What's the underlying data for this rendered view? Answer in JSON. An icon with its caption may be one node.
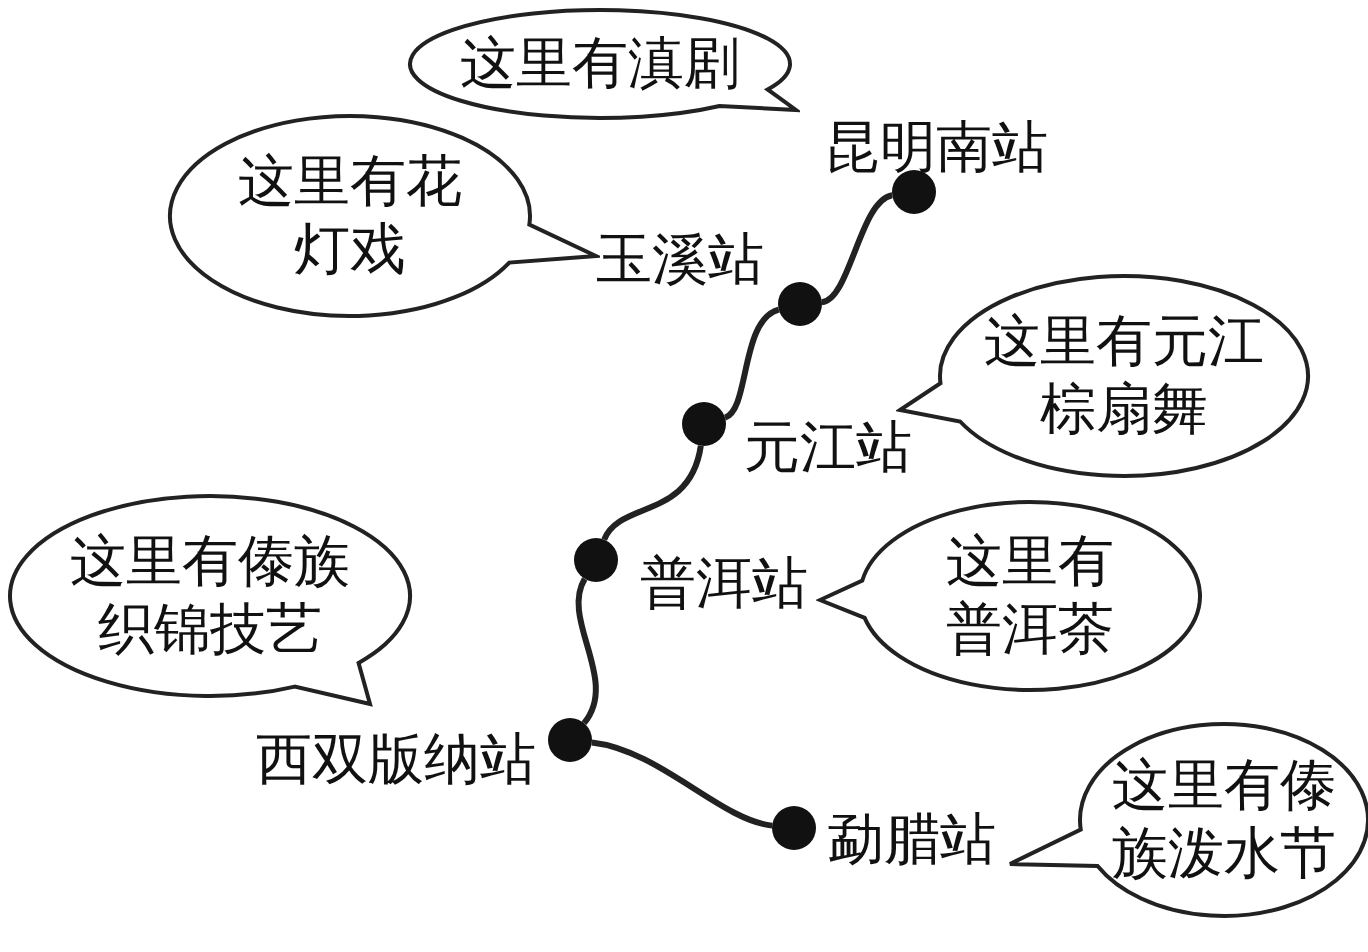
{
  "diagram": {
    "nodes": [
      {
        "text": [
          "这里有滇剧"
        ]
      },
      {
        "text": [],
        "shape": "circle",
        "beside": [
          "昆明南站"
        ]
      },
      {
        "text": [
          "这里有花灯戏"
        ]
      },
      {
        "text": [],
        "shape": "circle",
        "beside": [
          "玉溪站"
        ]
      },
      {
        "text": [
          "这里有元江棕扇舞"
        ]
      },
      {
        "text": [],
        "shape": "circle",
        "beside": [
          "元江站"
        ]
      },
      {
        "text": [],
        "shape": "circle",
        "beside": [
          "普洱站"
        ]
      },
      {
        "text": [
          "这里有普洱茶"
        ]
      },
      {
        "text": [
          "这里有傣族织锦技艺"
        ]
      },
      {
        "text": [],
        "shape": "circle",
        "beside": [
          "西双版纳站"
        ]
      },
      {
        "text": [],
        "shape": "circle",
        "beside": [
          "勐腊站"
        ]
      },
      {
        "text": [
          "这里有傣族泼水节"
        ]
      }
    ],
    "edges": [
      {
        "from": 1,
        "to": 3,
        "arrow": "none"
      },
      {
        "from": 3,
        "to": 5,
        "arrow": "none"
      },
      {
        "from": 5,
        "to": 6,
        "arrow": "none"
      },
      {
        "from": 6,
        "to": 9,
        "arrow": "none"
      },
      {
        "from": 9,
        "to": 10,
        "arrow": "none"
      }
    ]
  }
}
